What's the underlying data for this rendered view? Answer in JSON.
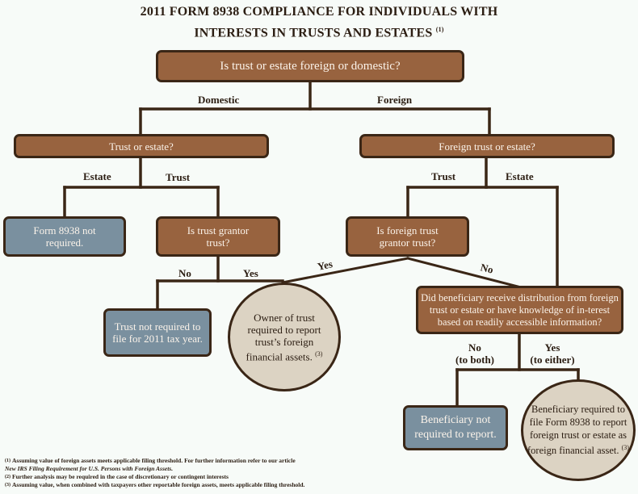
{
  "title": {
    "line1": "2011 FORM 8938 COMPLIANCE FOR INDIVIDUALS WITH",
    "line2": "INTERESTS IN TRUSTS AND ESTATES",
    "footnote_ref": "(1)"
  },
  "nodes": {
    "root": "Is trust or estate foreign or domestic?",
    "domestic_q": "Trust or estate?",
    "foreign_q": "Foreign trust or estate?",
    "estate_result": "Form 8938 not required.",
    "grantor_q": "Is trust grantor trust?",
    "foreign_grantor_q": "Is foreign trust grantor trust?",
    "trust_not_required": "Trust not required to file for 2011 tax year.",
    "owner_required": "Owner of trust required to report trust’s foreign financial assets.",
    "owner_required_ref": "(3)",
    "distribution_q": "Did beneficiary receive distribution from foreign trust or estate or have knowledge of in-terest based on readily accessible information?",
    "beneficiary_not_required": "Beneficiary not required to report.",
    "beneficiary_required": "Beneficiary required to file Form 8938 to report foreign trust or estate as foreign financial asset.",
    "beneficiary_required_ref": "(3)"
  },
  "edges": {
    "domestic": "Domestic",
    "foreign": "Foreign",
    "dom_estate": "Estate",
    "dom_trust": "Trust",
    "for_trust": "Trust",
    "for_estate": "Estate",
    "grantor_no": "No",
    "grantor_yes": "Yes",
    "foreign_grantor_yes": "Yes",
    "foreign_grantor_no": "No",
    "dist_no": "No",
    "dist_no_sub": "(to both)",
    "dist_yes": "Yes",
    "dist_yes_sub": "(to either)"
  },
  "footnotes": [
    {
      "num": "(1)",
      "text": "Assuming value of foreign assets meets applicable filing threshold. For further information refer to our article",
      "italic": "New IRS Filing Requirement for U.S. Persons with Foreign Assets."
    },
    {
      "num": "(2)",
      "text": "Further analysis may be required in the case of discretionary or contingent interests"
    },
    {
      "num": "(3)",
      "text": "Assuming value, when combined with taxpayers other reportable foreign assets, meets applicable filing threshold."
    }
  ],
  "colors": {
    "question": "#98633f",
    "negative_result": "#7a909f",
    "positive_result": "#dcd3c3",
    "line": "#3a2616"
  }
}
